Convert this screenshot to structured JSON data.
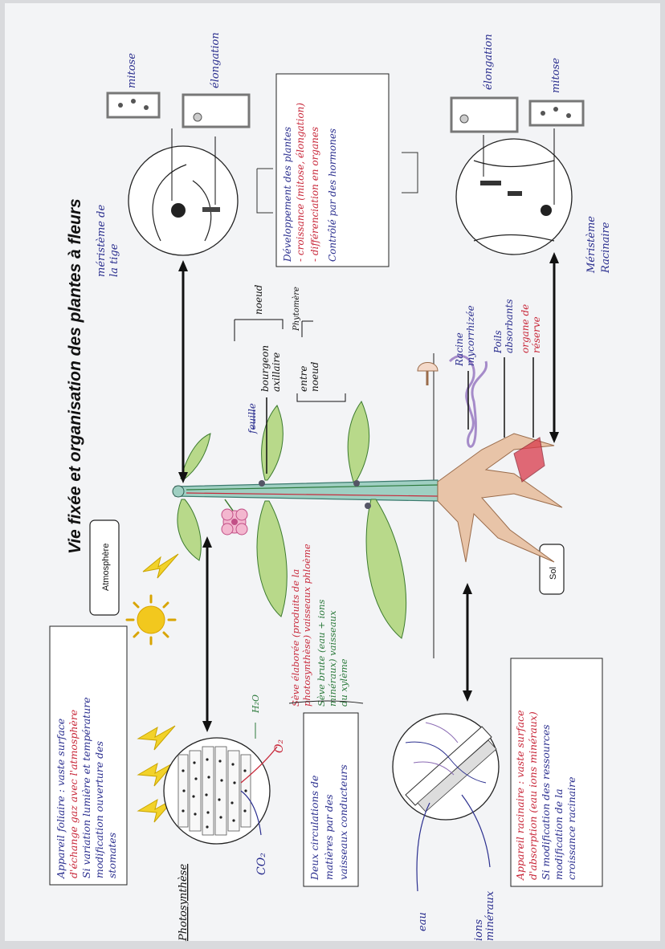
{
  "title": "Vie fixée et organisation des plantes à fleurs",
  "boxes": {
    "atmosphere": "Atmosphère",
    "sol": "Sol"
  },
  "foliar": {
    "line1": "Appareil foliaire : vaste surface",
    "line2": "d'échange gaz avec l'atmosphère",
    "line3": "Si variation lumière et température",
    "line4": "modification ouverture des",
    "line5": "stomates"
  },
  "photosynthese": {
    "label": "Photosynthèse",
    "co2": "CO₂",
    "h2o": "H₂O",
    "o2": "O₂"
  },
  "circulation": {
    "line1": "Deux circulations de",
    "line2": "matières par des",
    "line3": "vaisseaux conducteurs"
  },
  "seve": {
    "elab1": "Sève élaborée (produits de la",
    "elab2": "photosynthèse) vaisseaux phloème",
    "brute1": "Sève brute (eau + ions",
    "brute2": "minéraux) vaisseaux",
    "brute3": "du xylème"
  },
  "racinaire": {
    "line1": "Appareil racinaire : vaste surface",
    "line2": "d'absorption (eau ions minéraux)",
    "line3": "Si modification des ressources",
    "line4": "modification de la",
    "line5": "croissance racinaire"
  },
  "soil_labels": {
    "eau": "eau",
    "ions1": "ions",
    "ions2": "minéraux"
  },
  "plant_labels": {
    "feuille": "feuille",
    "bourgeon1": "bourgeon",
    "bourgeon2": "axillaire",
    "noeud": "noeud",
    "phytomere": "Phytomère",
    "entre1": "entre",
    "entre2": "noeud",
    "racine1": "Racine",
    "racine2": "mycorrhizée",
    "poils1": "Poils",
    "poils2": "absorbants",
    "organe1": "organe de",
    "organe2": "réserve"
  },
  "development": {
    "line1": "Développement des plantes",
    "line2": "- croissance (mitose, élongation)",
    "line3": "- différenciation en organes",
    "line4": "Contrôlé par des hormones"
  },
  "meristems": {
    "tige1": "méristème de",
    "tige2": "la tige",
    "racine1": "Méristème",
    "racine2": "Racinaire",
    "mitose_top": "mitose",
    "elong_top": "élongation",
    "mitose_bottom": "mitose",
    "elong_bottom": "élongation"
  },
  "colors": {
    "paper": "#f3f4f6",
    "blue_ink": "#2b2f8f",
    "red_ink": "#c8283a",
    "green_ink": "#2c7a3c",
    "stem": "#9fcfc2",
    "leaf": "#b8d98a",
    "root": "#e8c4a8",
    "mycorrhiza": "#a58bc9",
    "sun": "#f2c81e"
  }
}
